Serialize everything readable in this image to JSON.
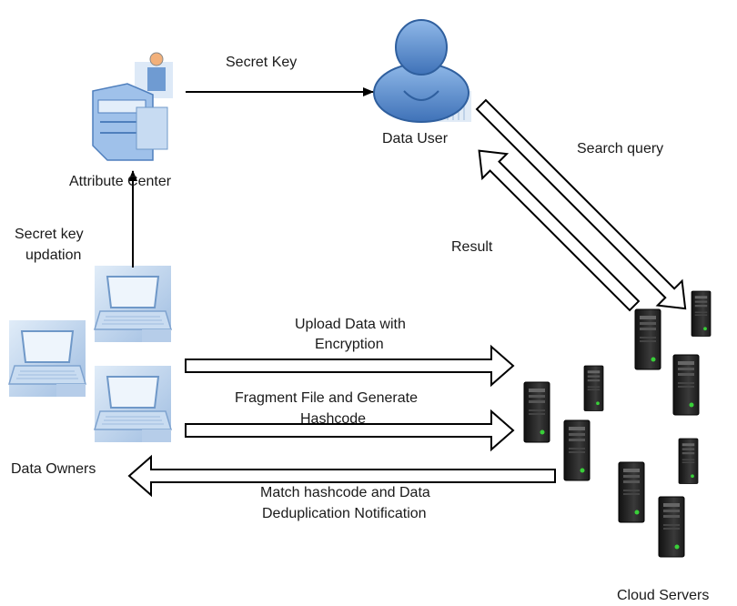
{
  "labels": {
    "secret_key": "Secret Key",
    "data_user": "Data User",
    "attribute_center": "Attribute Center",
    "search_query": "Search query",
    "secret_key_updation_1": "Secret key",
    "secret_key_updation_2": "updation",
    "result": "Result",
    "upload_1": "Upload Data with",
    "upload_2": "Encryption",
    "fragment_1": "Fragment File and Generate",
    "fragment_2": "Hashcode",
    "data_owners": "Data Owners",
    "match_1": "Match hashcode and Data",
    "match_2": "Deduplication Notification",
    "cloud_servers": "Cloud Servers"
  },
  "icons": {
    "attribute_center": "office-desk-person-icon",
    "data_user": "user-person-icon",
    "data_owner": "laptop-icon",
    "cloud_server": "server-tower-icon"
  },
  "colors": {
    "line": "#000000",
    "user_blue": "#5b8fcf",
    "user_dark": "#2f5f9e",
    "laptop_blue": "#a9c8ea",
    "server_dark": "#222222",
    "server_led": "#39d039"
  }
}
